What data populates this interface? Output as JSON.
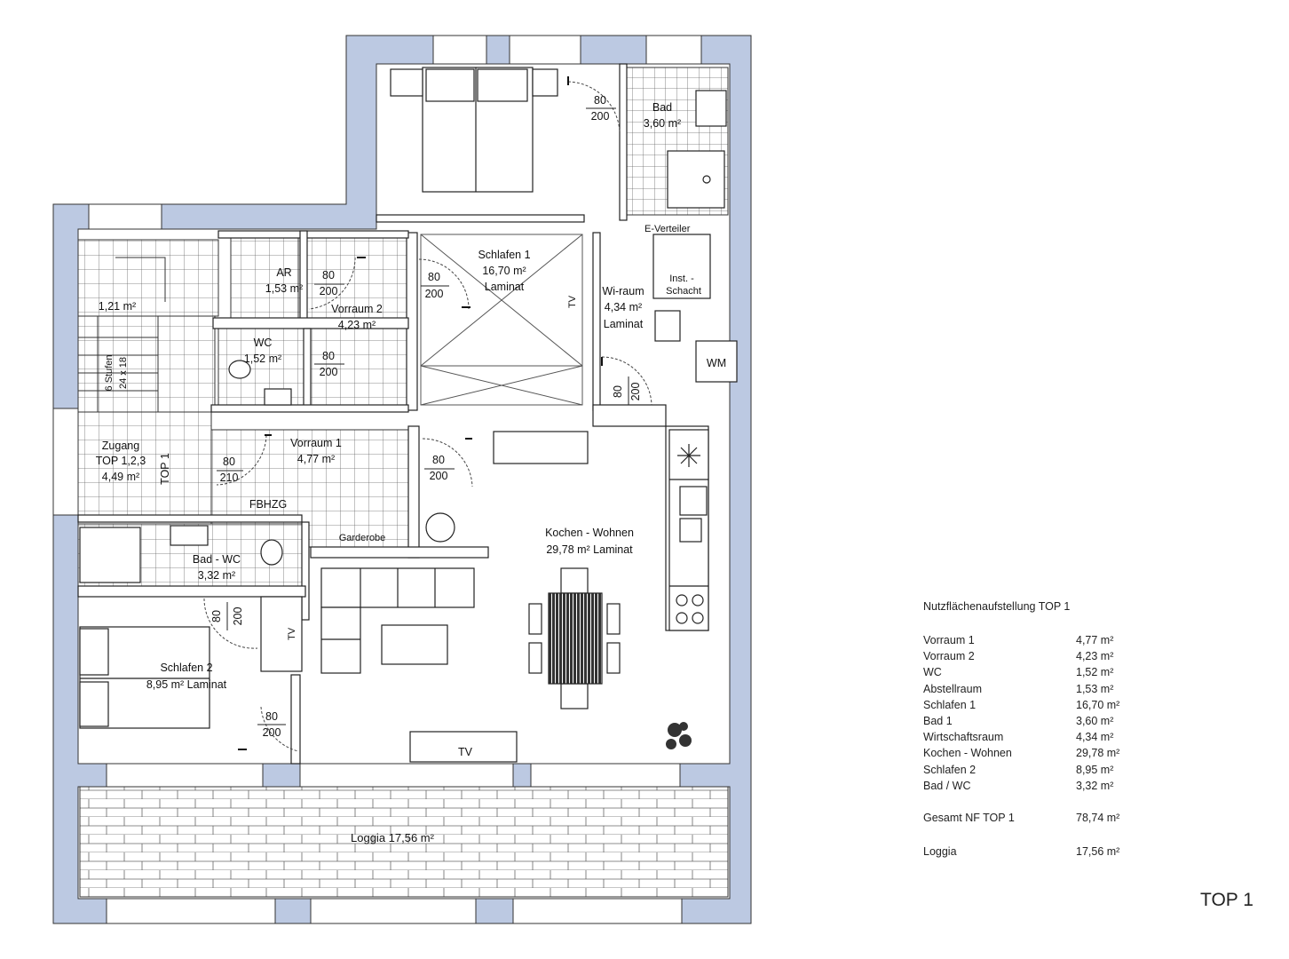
{
  "rooms": {
    "schlafen1": {
      "name": "Schlafen 1",
      "area": "16,70 m²",
      "floor": "Laminat"
    },
    "bad1": {
      "name": "Bad",
      "area": "3,60 m²"
    },
    "e_verteiler": "E-Verteiler",
    "inst_schacht": {
      "line1": "Inst. -",
      "line2": "Schacht"
    },
    "wiraum": {
      "name": "Wi-raum",
      "area": "4,34 m²",
      "floor": "Laminat"
    },
    "wm": "WM",
    "ar": {
      "name": "AR",
      "area": "1,53 m²"
    },
    "vorraum2": {
      "name": "Vorraum 2",
      "area": "4,23 m²"
    },
    "wc": {
      "name": "WC",
      "area": "1,52 m²"
    },
    "stair_room": {
      "area": "1,21 m²"
    },
    "stairs": {
      "line1": "6 Stufen",
      "line2": "24 x 18"
    },
    "zugang": {
      "line1": "Zugang",
      "line2": "TOP 1,2,3",
      "area": "4,49 m²"
    },
    "top1_vertical": "TOP 1",
    "vorraum1": {
      "name": "Vorraum 1",
      "area": "4,77 m²"
    },
    "fbhzg": "FBHZG",
    "garderobe": "Garderobe",
    "bad_wc": {
      "name": "Bad - WC",
      "area": "3,32 m²"
    },
    "schlafen2": {
      "name": "Schlafen 2",
      "area": "8,95 m² Laminat"
    },
    "kochen": {
      "name": "Kochen - Wohnen",
      "area": "29,78 m² Laminat"
    },
    "loggia": "Loggia 17,56 m²",
    "tv": "TV"
  },
  "doors": {
    "d80": "80",
    "d200": "200",
    "d210": "210"
  },
  "schedule": {
    "title": "Nutzflächenaufstellung TOP 1",
    "rows": [
      {
        "label": "Vorraum 1",
        "value": "4,77 m²"
      },
      {
        "label": "Vorraum 2",
        "value": "4,23 m²"
      },
      {
        "label": "WC",
        "value": "1,52 m²"
      },
      {
        "label": "Abstellraum",
        "value": "1,53 m²"
      },
      {
        "label": "Schlafen 1",
        "value": "16,70 m²"
      },
      {
        "label": "Bad 1",
        "value": "3,60 m²"
      },
      {
        "label": "Wirtschaftsraum",
        "value": "4,34 m²"
      },
      {
        "label": "Kochen - Wohnen",
        "value": "29,78 m²"
      },
      {
        "label": "Schlafen 2",
        "value": "8,95 m²"
      },
      {
        "label": "Bad / WC",
        "value": "3,32 m²"
      }
    ],
    "total": {
      "label": "Gesamt NF TOP 1",
      "value": "78,74 m²"
    },
    "loggia": {
      "label": "Loggia",
      "value": "17,56 m²"
    }
  },
  "top_label": "TOP 1",
  "colors": {
    "wall": "#bcc9e2",
    "line": "#222222",
    "tile": "#555555"
  }
}
